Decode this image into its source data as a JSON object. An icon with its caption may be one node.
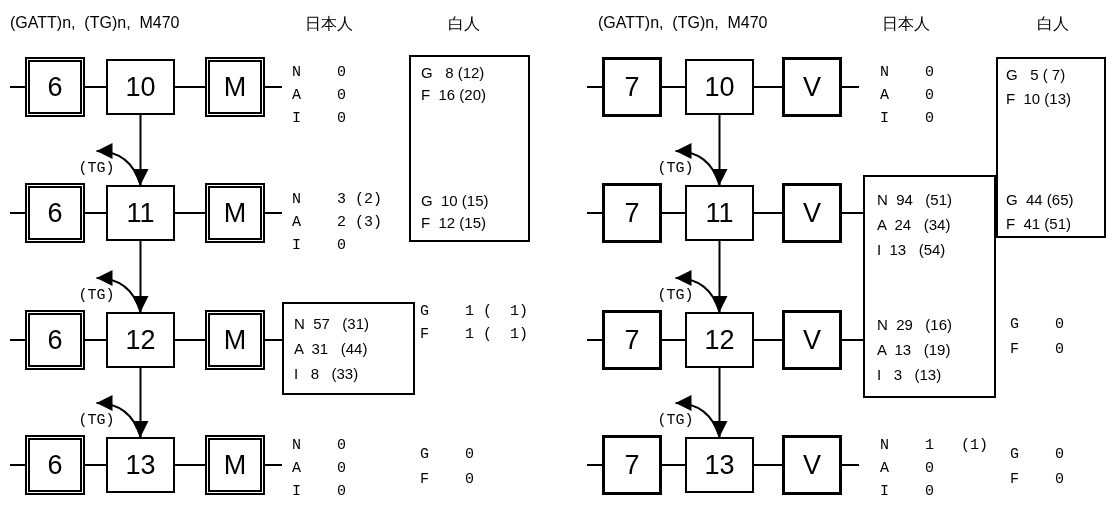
{
  "diagram": {
    "nodes": [
      {
        "text": [
          "6"
        ]
      },
      {
        "text": [
          "10"
        ]
      },
      {
        "text": [
          "M"
        ]
      },
      {
        "text": [
          "6"
        ]
      },
      {
        "text": [
          "11"
        ]
      },
      {
        "text": [
          "M"
        ]
      },
      {
        "text": [
          "6"
        ]
      },
      {
        "text": [
          "12"
        ]
      },
      {
        "text": [
          "M"
        ]
      },
      {
        "text": [
          "6"
        ]
      },
      {
        "text": [
          "13"
        ]
      },
      {
        "text": [
          "M"
        ]
      },
      {
        "text": [
          "G   8 (12)",
          "F  16 (20)",
          "G  10 (15)",
          "F  12 (15)"
        ]
      },
      {
        "text": [
          "N  57   (31)",
          "A  31   (44)",
          "I   8   (33)"
        ]
      },
      {
        "text": [
          "7"
        ]
      },
      {
        "text": [
          "10"
        ]
      },
      {
        "text": [
          "V"
        ]
      },
      {
        "text": [
          "7"
        ]
      },
      {
        "text": [
          "11"
        ]
      },
      {
        "text": [
          "V"
        ]
      },
      {
        "text": [
          "7"
        ]
      },
      {
        "text": [
          "12"
        ]
      },
      {
        "text": [
          "V"
        ]
      },
      {
        "text": [
          "7"
        ]
      },
      {
        "text": [
          "13"
        ]
      },
      {
        "text": [
          "V"
        ]
      },
      {
        "text": [
          "N  94   (51)",
          "A  24   (34)",
          "I  13   (54)",
          "N  29   (16)",
          "A  13   (19)",
          "I   3   (13)"
        ]
      },
      {
        "text": [
          "G   5 ( 7)",
          "F  10 (13)",
          "G  44 (65)",
          "F  41 (51)"
        ]
      }
    ],
    "edges": [
      {
        "from": null,
        "to": 0,
        "arrow": "none"
      },
      {
        "from": 0,
        "to": 1,
        "arrow": "none"
      },
      {
        "from": 1,
        "to": 2,
        "arrow": "none"
      },
      {
        "from": 2,
        "to": null,
        "arrow": "none"
      },
      {
        "from": null,
        "to": 3,
        "arrow": "none"
      },
      {
        "from": 3,
        "to": 4,
        "arrow": "none"
      },
      {
        "from": 4,
        "to": 5,
        "arrow": "none"
      },
      {
        "from": 5,
        "to": null,
        "arrow": "none"
      },
      {
        "from": null,
        "to": 6,
        "arrow": "none"
      },
      {
        "from": 6,
        "to": 7,
        "arrow": "none"
      },
      {
        "from": 7,
        "to": 8,
        "arrow": "none"
      },
      {
        "from": 8,
        "to": 13,
        "arrow": "none"
      },
      {
        "from": null,
        "to": 9,
        "arrow": "none"
      },
      {
        "from": 9,
        "to": 10,
        "arrow": "none"
      },
      {
        "from": 10,
        "to": 11,
        "arrow": "none"
      },
      {
        "from": 11,
        "to": null,
        "arrow": "none"
      },
      {
        "from": 1,
        "to": 4,
        "arrow": "to"
      },
      {
        "from": 4,
        "to": 7,
        "arrow": "to"
      },
      {
        "from": 7,
        "to": 10,
        "arrow": "to"
      },
      {
        "from": 4,
        "to": null,
        "arrow": "to",
        "label": "(TG)"
      },
      {
        "from": 7,
        "to": null,
        "arrow": "to",
        "label": "(TG)"
      },
      {
        "from": 10,
        "to": null,
        "arrow": "to",
        "label": "(TG)"
      },
      {
        "from": null,
        "to": 14,
        "arrow": "none"
      },
      {
        "from": 14,
        "to": 15,
        "arrow": "none"
      },
      {
        "from": 15,
        "to": 16,
        "arrow": "none"
      },
      {
        "from": 16,
        "to": null,
        "arrow": "none"
      },
      {
        "from": null,
        "to": 17,
        "arrow": "none"
      },
      {
        "from": 17,
        "to": 18,
        "arrow": "none"
      },
      {
        "from": 18,
        "to": 19,
        "arrow": "none"
      },
      {
        "from": 19,
        "to": 26,
        "arrow": "none"
      },
      {
        "from": null,
        "to": 20,
        "arrow": "none"
      },
      {
        "from": 20,
        "to": 21,
        "arrow": "none"
      },
      {
        "from": 21,
        "to": 22,
        "arrow": "none"
      },
      {
        "from": 22,
        "to": 26,
        "arrow": "none"
      },
      {
        "from": null,
        "to": 23,
        "arrow": "none"
      },
      {
        "from": 23,
        "to": 24,
        "arrow": "none"
      },
      {
        "from": 24,
        "to": 25,
        "arrow": "none"
      },
      {
        "from": 25,
        "to": null,
        "arrow": "none"
      },
      {
        "from": 15,
        "to": 18,
        "arrow": "to"
      },
      {
        "from": 18,
        "to": 21,
        "arrow": "to"
      },
      {
        "from": 21,
        "to": 24,
        "arrow": "to"
      },
      {
        "from": 18,
        "to": null,
        "arrow": "to",
        "label": "(TG)"
      },
      {
        "from": 21,
        "to": null,
        "arrow": "to",
        "label": "(TG)"
      },
      {
        "from": 24,
        "to": null,
        "arrow": "to",
        "label": "(TG)"
      }
    ],
    "labels": [
      "(GATT)n,  (TG)n,  M470",
      "日本人",
      "白人",
      "(GATT)n,  (TG)n,  M470",
      "日本人",
      "白人",
      "N    0",
      "A    0",
      "I    0",
      "N    3 (2)",
      "A    2 (3)",
      "I    0",
      "G    1 (  1)",
      "F    1 (  1)",
      "N    0",
      "A    0",
      "I    0",
      "G    0",
      "F    0",
      "N    0",
      "A    0",
      "I    0",
      "G    0",
      "F    0",
      "N    1   (1)",
      "A    0",
      "I    0",
      "G    0",
      "F    0"
    ]
  }
}
